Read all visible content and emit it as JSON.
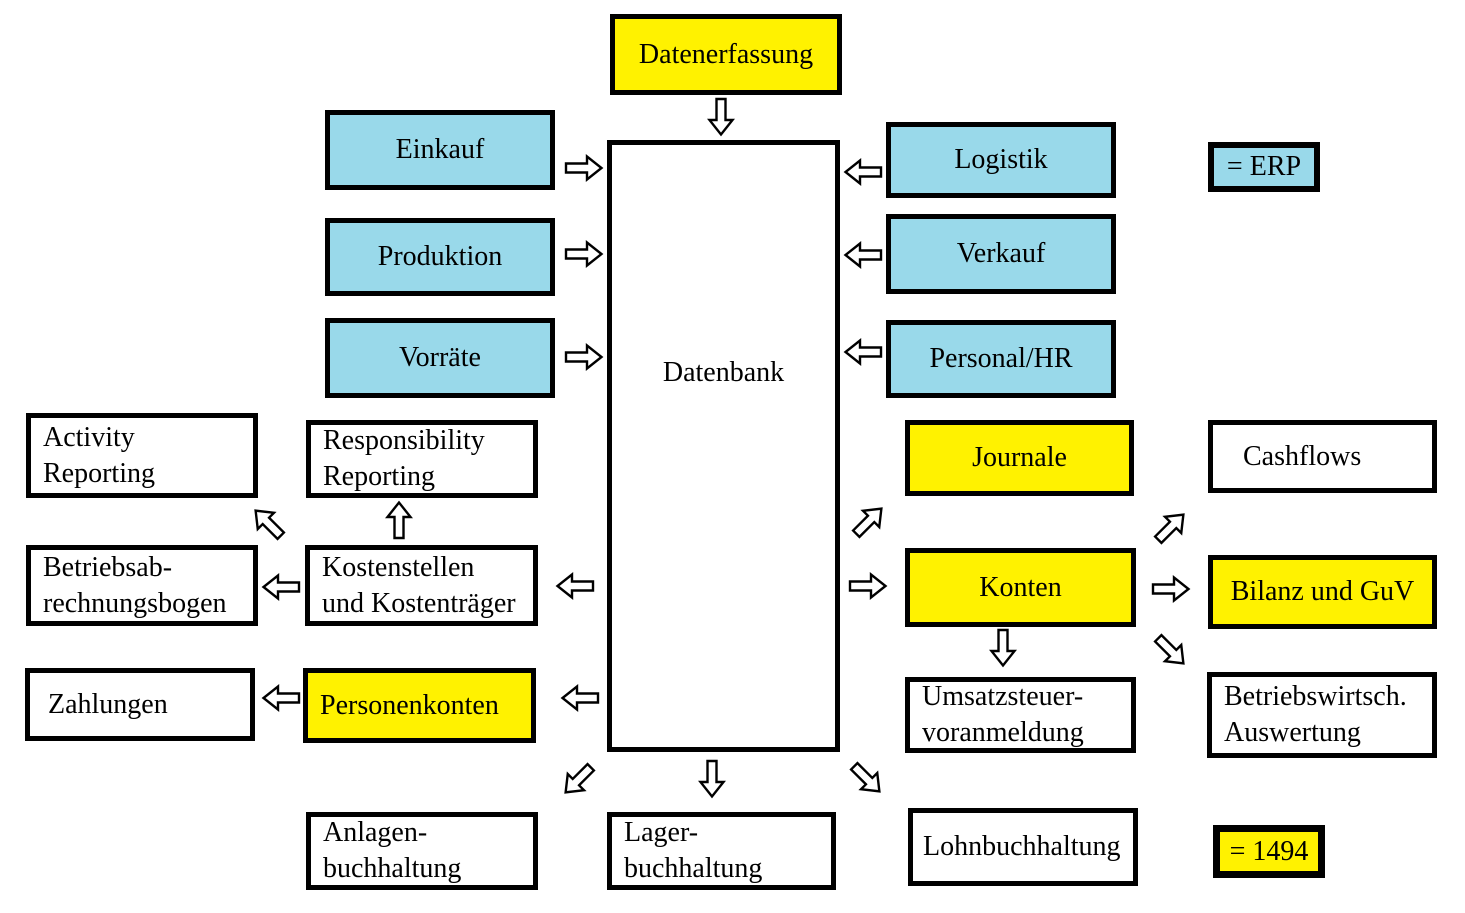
{
  "colors": {
    "module_fill": "#99D9EA",
    "highlight_fill": "#FFF200",
    "plain_fill": "#FFFFFF",
    "border": "#000000"
  },
  "nodes": {
    "datenerfassung": {
      "label": "Datenerfassung"
    },
    "einkauf": {
      "label": "Einkauf"
    },
    "produktion": {
      "label": "Produktion"
    },
    "vorraete": {
      "label": "Vorräte"
    },
    "datenbank": {
      "label": "Datenbank"
    },
    "logistik": {
      "label": "Logistik"
    },
    "verkauf": {
      "label": "Verkauf"
    },
    "personal_hr": {
      "label": "Personal/HR"
    },
    "erp_legend": {
      "label": "= ERP"
    },
    "activity_reporting": {
      "line1": "Activity",
      "line2": "Reporting"
    },
    "responsibility_reporting": {
      "line1": "Responsibility",
      "line2": "Reporting"
    },
    "betriebsabrechnungsbogen": {
      "line1": "Betriebsab-",
      "line2": "rechnungsbogen"
    },
    "kostenstellen": {
      "line1": "Kostenstellen",
      "line2": "und Kostenträger"
    },
    "zahlungen": {
      "label": "Zahlungen"
    },
    "personenkonten": {
      "label": "Personenkonten"
    },
    "journale": {
      "label": "Journale"
    },
    "cashflows": {
      "label": "Cashflows"
    },
    "konten": {
      "label": "Konten"
    },
    "bilanz_guv": {
      "label": "Bilanz und GuV"
    },
    "umsatzsteuervoranmeldung": {
      "line1": "Umsatzsteuer-",
      "line2": "voranmeldung"
    },
    "betriebswirtsch_auswertung": {
      "line1": "Betriebswirtsch.",
      "line2": "Auswertung"
    },
    "lohnbuchhaltung": {
      "label": "Lohnbuchhaltung"
    },
    "legend_1494": {
      "label": "= 1494"
    },
    "anlagenbuchhaltung": {
      "line1": "Anlagen-",
      "line2": "buchhaltung"
    },
    "lagerbuchhaltung": {
      "line1": "Lager-",
      "line2": "buchhaltung"
    }
  },
  "arrows": [
    {
      "name": "arrow-datenerfassung-to-datenbank",
      "direction": "down"
    },
    {
      "name": "arrow-einkauf-to-datenbank",
      "direction": "right"
    },
    {
      "name": "arrow-produktion-to-datenbank",
      "direction": "right"
    },
    {
      "name": "arrow-vorraete-to-datenbank",
      "direction": "right"
    },
    {
      "name": "arrow-logistik-to-datenbank",
      "direction": "left"
    },
    {
      "name": "arrow-verkauf-to-datenbank",
      "direction": "left"
    },
    {
      "name": "arrow-personalhr-to-datenbank",
      "direction": "left"
    },
    {
      "name": "arrow-datenbank-to-journale",
      "direction": "up-right"
    },
    {
      "name": "arrow-datenbank-to-konten",
      "direction": "right"
    },
    {
      "name": "arrow-konten-to-cashflows",
      "direction": "up-right"
    },
    {
      "name": "arrow-konten-to-bilanz",
      "direction": "right"
    },
    {
      "name": "arrow-konten-to-betriebswirtsch",
      "direction": "down-right"
    },
    {
      "name": "arrow-konten-to-umsatzsteuer",
      "direction": "down"
    },
    {
      "name": "arrow-kostenstellen-to-responsibility",
      "direction": "up"
    },
    {
      "name": "arrow-betriebsab-to-activity",
      "direction": "up-left"
    },
    {
      "name": "arrow-kostenstellen-to-betriebsab",
      "direction": "left"
    },
    {
      "name": "arrow-datenbank-to-kostenstellen",
      "direction": "left"
    },
    {
      "name": "arrow-datenbank-to-personenkonten",
      "direction": "left"
    },
    {
      "name": "arrow-personenkonten-to-zahlungen",
      "direction": "left"
    },
    {
      "name": "arrow-datenbank-to-anlagen",
      "direction": "down-left"
    },
    {
      "name": "arrow-datenbank-to-lager",
      "direction": "down"
    },
    {
      "name": "arrow-datenbank-to-lohnbuchhaltung",
      "direction": "down-right"
    }
  ]
}
